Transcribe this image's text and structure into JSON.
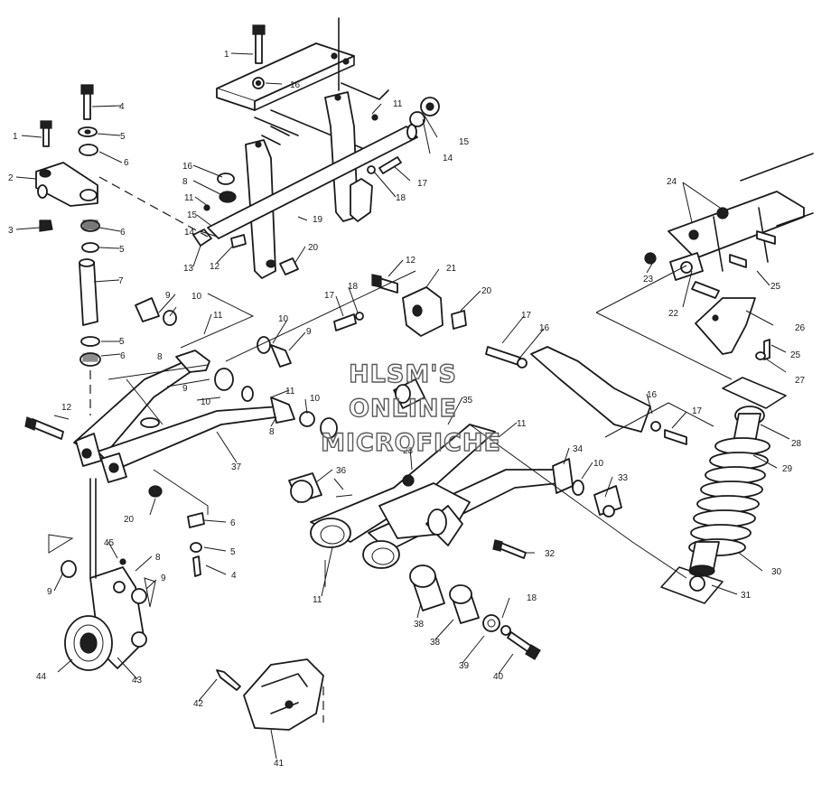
{
  "watermark": {
    "lines": [
      "HLSM'S",
      "ONLINE",
      "MICROFICHE"
    ]
  },
  "callouts": [
    {
      "id": "c1",
      "text": "1"
    },
    {
      "id": "c2",
      "text": "16"
    },
    {
      "id": "c3",
      "text": "4"
    },
    {
      "id": "c4",
      "text": "1"
    },
    {
      "id": "c5",
      "text": "5"
    },
    {
      "id": "c6",
      "text": "6"
    },
    {
      "id": "c7",
      "text": "2"
    },
    {
      "id": "c8",
      "text": "3"
    },
    {
      "id": "c9",
      "text": "6"
    },
    {
      "id": "c10",
      "text": "5"
    },
    {
      "id": "c11",
      "text": "7"
    },
    {
      "id": "c12",
      "text": "5"
    },
    {
      "id": "c13",
      "text": "6"
    },
    {
      "id": "c14",
      "text": "11"
    },
    {
      "id": "c15",
      "text": "15"
    },
    {
      "id": "c16",
      "text": "14"
    },
    {
      "id": "c17",
      "text": "17"
    },
    {
      "id": "c18",
      "text": "18"
    },
    {
      "id": "c19",
      "text": "16"
    },
    {
      "id": "c20",
      "text": "8"
    },
    {
      "id": "c21",
      "text": "11"
    },
    {
      "id": "c22",
      "text": "15"
    },
    {
      "id": "c23",
      "text": "14"
    },
    {
      "id": "c24",
      "text": "13"
    },
    {
      "id": "c25",
      "text": "12"
    },
    {
      "id": "c26",
      "text": "19"
    },
    {
      "id": "c27",
      "text": "20"
    },
    {
      "id": "c28",
      "text": "12"
    },
    {
      "id": "c29",
      "text": "21"
    },
    {
      "id": "c30",
      "text": "20"
    },
    {
      "id": "c31",
      "text": "17"
    },
    {
      "id": "c32",
      "text": "18"
    },
    {
      "id": "c33",
      "text": "9"
    },
    {
      "id": "c34",
      "text": "10"
    },
    {
      "id": "c35",
      "text": "11"
    },
    {
      "id": "c36",
      "text": "10"
    },
    {
      "id": "c37",
      "text": "9"
    },
    {
      "id": "c38",
      "text": "8"
    },
    {
      "id": "c39",
      "text": "17"
    },
    {
      "id": "c40",
      "text": "16"
    },
    {
      "id": "c41",
      "text": "24"
    },
    {
      "id": "c42",
      "text": "23"
    },
    {
      "id": "c43",
      "text": "22"
    },
    {
      "id": "c44",
      "text": "25"
    },
    {
      "id": "c45",
      "text": "26"
    },
    {
      "id": "c46",
      "text": "25"
    },
    {
      "id": "c47",
      "text": "27"
    },
    {
      "id": "c48",
      "text": "12"
    },
    {
      "id": "c49",
      "text": "9"
    },
    {
      "id": "c50",
      "text": "10"
    },
    {
      "id": "c51",
      "text": "11"
    },
    {
      "id": "c52",
      "text": "10"
    },
    {
      "id": "c53",
      "text": "8"
    },
    {
      "id": "c54",
      "text": "37"
    },
    {
      "id": "c55",
      "text": "35"
    },
    {
      "id": "c56",
      "text": "11"
    },
    {
      "id": "c57",
      "text": "16"
    },
    {
      "id": "c58",
      "text": "17"
    },
    {
      "id": "c59",
      "text": "28"
    },
    {
      "id": "c60",
      "text": "29"
    },
    {
      "id": "c61",
      "text": "34"
    },
    {
      "id": "c62",
      "text": "10"
    },
    {
      "id": "c63",
      "text": "33"
    },
    {
      "id": "c64",
      "text": "20"
    },
    {
      "id": "c65",
      "text": "36"
    },
    {
      "id": "c66",
      "text": "23"
    },
    {
      "id": "c67",
      "text": "6"
    },
    {
      "id": "c68",
      "text": "5"
    },
    {
      "id": "c69",
      "text": "4"
    },
    {
      "id": "c70",
      "text": "45"
    },
    {
      "id": "c71",
      "text": "8"
    },
    {
      "id": "c72",
      "text": "9"
    },
    {
      "id": "c73",
      "text": "9"
    },
    {
      "id": "c74",
      "text": "32"
    },
    {
      "id": "c75",
      "text": "30"
    },
    {
      "id": "c76",
      "text": "31"
    },
    {
      "id": "c77",
      "text": "11"
    },
    {
      "id": "c78",
      "text": "38"
    },
    {
      "id": "c79",
      "text": "18"
    },
    {
      "id": "c80",
      "text": "38"
    },
    {
      "id": "c81",
      "text": "39"
    },
    {
      "id": "c82",
      "text": "40"
    },
    {
      "id": "c83",
      "text": "44"
    },
    {
      "id": "c84",
      "text": "43"
    },
    {
      "id": "c85",
      "text": "42"
    },
    {
      "id": "c86",
      "text": "41"
    }
  ]
}
